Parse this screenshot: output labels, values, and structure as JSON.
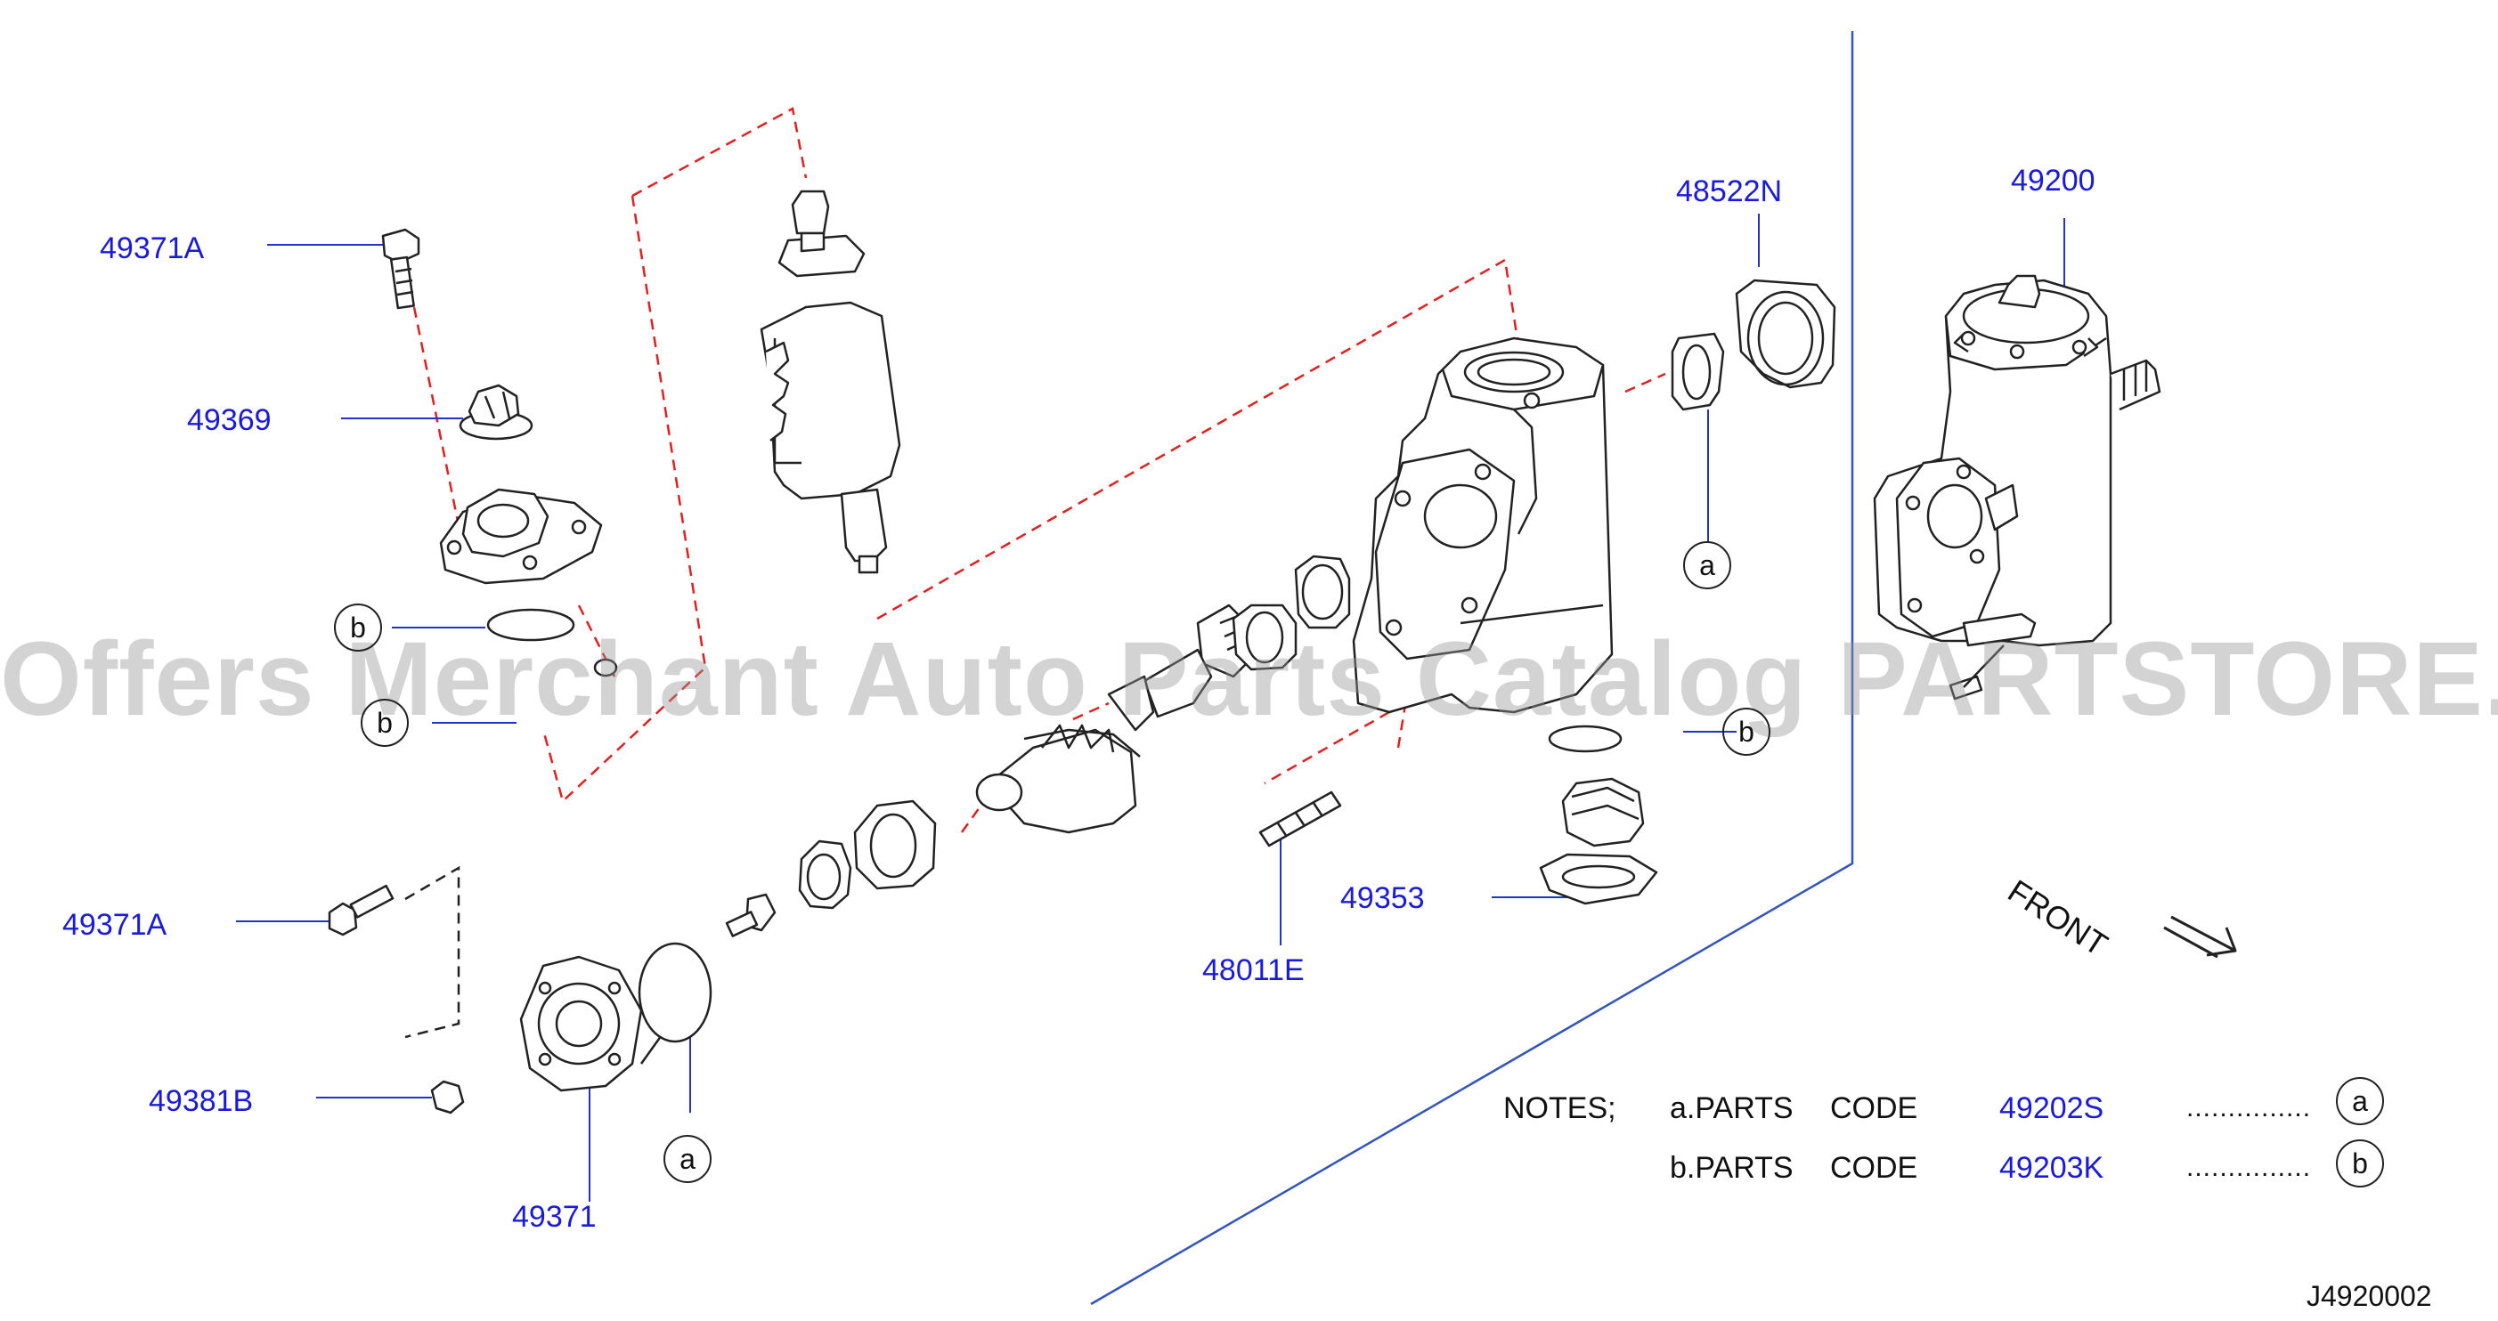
{
  "diagram": {
    "part_labels": {
      "p49371A_top": "49371A",
      "p49369": "49369",
      "p48522N": "48522N",
      "p49200": "49200",
      "p49371A_low": "49371A",
      "p49381B": "49381B",
      "p49371": "49371",
      "p49353": "49353",
      "p48011E": "48011E"
    },
    "callouts": {
      "b_left_upper": "b",
      "b_left_lower": "b",
      "a_right": "a",
      "b_right": "b",
      "a_bottom": "a"
    },
    "notes": {
      "heading": "NOTES;",
      "a_prefix": "a.PARTS",
      "b_prefix": "b.PARTS",
      "code_word_a": "CODE",
      "code_word_b": "CODE",
      "a_code": "49202S",
      "b_code": "49203K",
      "a_dots": "...............",
      "b_dots": "...............",
      "a_mark": "a",
      "b_mark": "b"
    },
    "front_label": "FRONT",
    "diagram_code": "J4920002",
    "watermark": "Offers Merchant Auto Parts Catalog PARTSTORE.SA",
    "colors": {
      "label": "#1a1adc",
      "leader": "#2233cc",
      "dash": "#e02020",
      "line": "#222222"
    },
    "icons": {
      "front_arrow": "arrow-down-right-icon"
    }
  }
}
